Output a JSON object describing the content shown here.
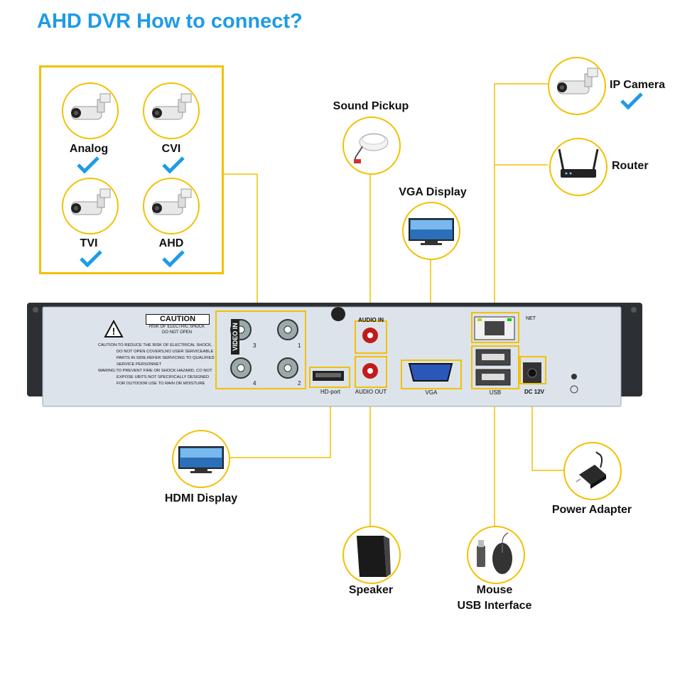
{
  "title": "AHD DVR  How to connect?",
  "cameras": [
    {
      "label": "Analog",
      "supported": true
    },
    {
      "label": "CVI",
      "supported": true
    },
    {
      "label": "TVI",
      "supported": true
    },
    {
      "label": "AHD",
      "supported": true
    }
  ],
  "devices": {
    "sound_pickup": "Sound Pickup",
    "vga_display": "VGA Display",
    "ip_camera": "IP Camera",
    "router": "Router",
    "hdmi_display": "HDMI Display",
    "speaker": "Speaker",
    "mouse_line1": "Mouse",
    "mouse_line2": "USB Interface",
    "power_adapter": "Power Adapter"
  },
  "panel": {
    "caution_title": "CAUTION",
    "caution_sub1": "RISK OF ELECTRIC SHOCK",
    "caution_sub2": "DO NOT OPEN",
    "caution_lines": [
      "CAUTION:TO REDUCE THE RISK OF ELECTRICAL SHOCK,",
      "DO NOT OPEN COVERS,NO USER SERVICEABLE",
      "PARTS IN SIDE.REFER SERVICING TO QUALIFIED",
      "SERVICE PERSONNET",
      "WARING:TO PREVENT FIRE OR SHOCK HAZARD, CO NOT",
      "EXPOSE UBITS NOT SPECIFICALLY DESIGNED",
      "FOR OUTDOOR USE TO RAIN OR MOISTURE"
    ],
    "video_in": "VIDEO IN",
    "bnc_labels": [
      "3",
      "1",
      "4",
      "2"
    ],
    "hd_port": "HD-port",
    "audio_in": "AUDIO IN",
    "audio_out": "AUDIO OUT",
    "vga": "VGA",
    "net": "NET",
    "usb": "USB",
    "dc": "DC 12V"
  }
}
